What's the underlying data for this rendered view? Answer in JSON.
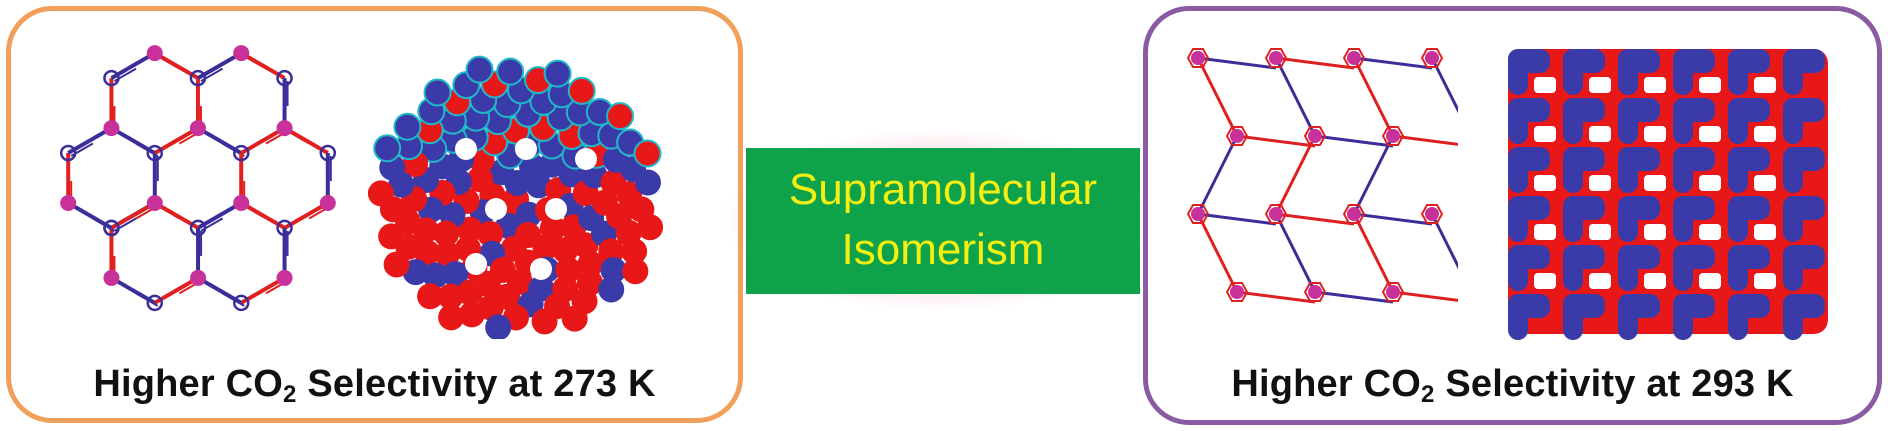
{
  "center": {
    "line1": "Supramolecular",
    "line2": "Isomerism"
  },
  "left_panel": {
    "caption_pre": "Higher CO",
    "caption_sub": "2",
    "caption_post": " Selectivity at 273 K"
  },
  "right_panel": {
    "caption_pre": "Higher CO",
    "caption_sub": "2",
    "caption_post": " Selectivity at 293 K"
  },
  "colors": {
    "left_border": "#f0a05a",
    "right_border": "#8a5aa2",
    "center_fill": "#0ea24a",
    "center_text": "#f4ee12",
    "linker_red": "#e02020",
    "linker_blue": "#3a2f9a",
    "node_magenta": "#c8309a",
    "spacefill_red": "#e81818",
    "spacefill_blue": "#3a3aa8",
    "spacefill_cyan": "#20b8c8"
  },
  "images": [
    "honeycomb-framework-structure",
    "honeycomb-spacefill-model",
    "square-grid-framework-structure",
    "square-grid-spacefill-model"
  ]
}
